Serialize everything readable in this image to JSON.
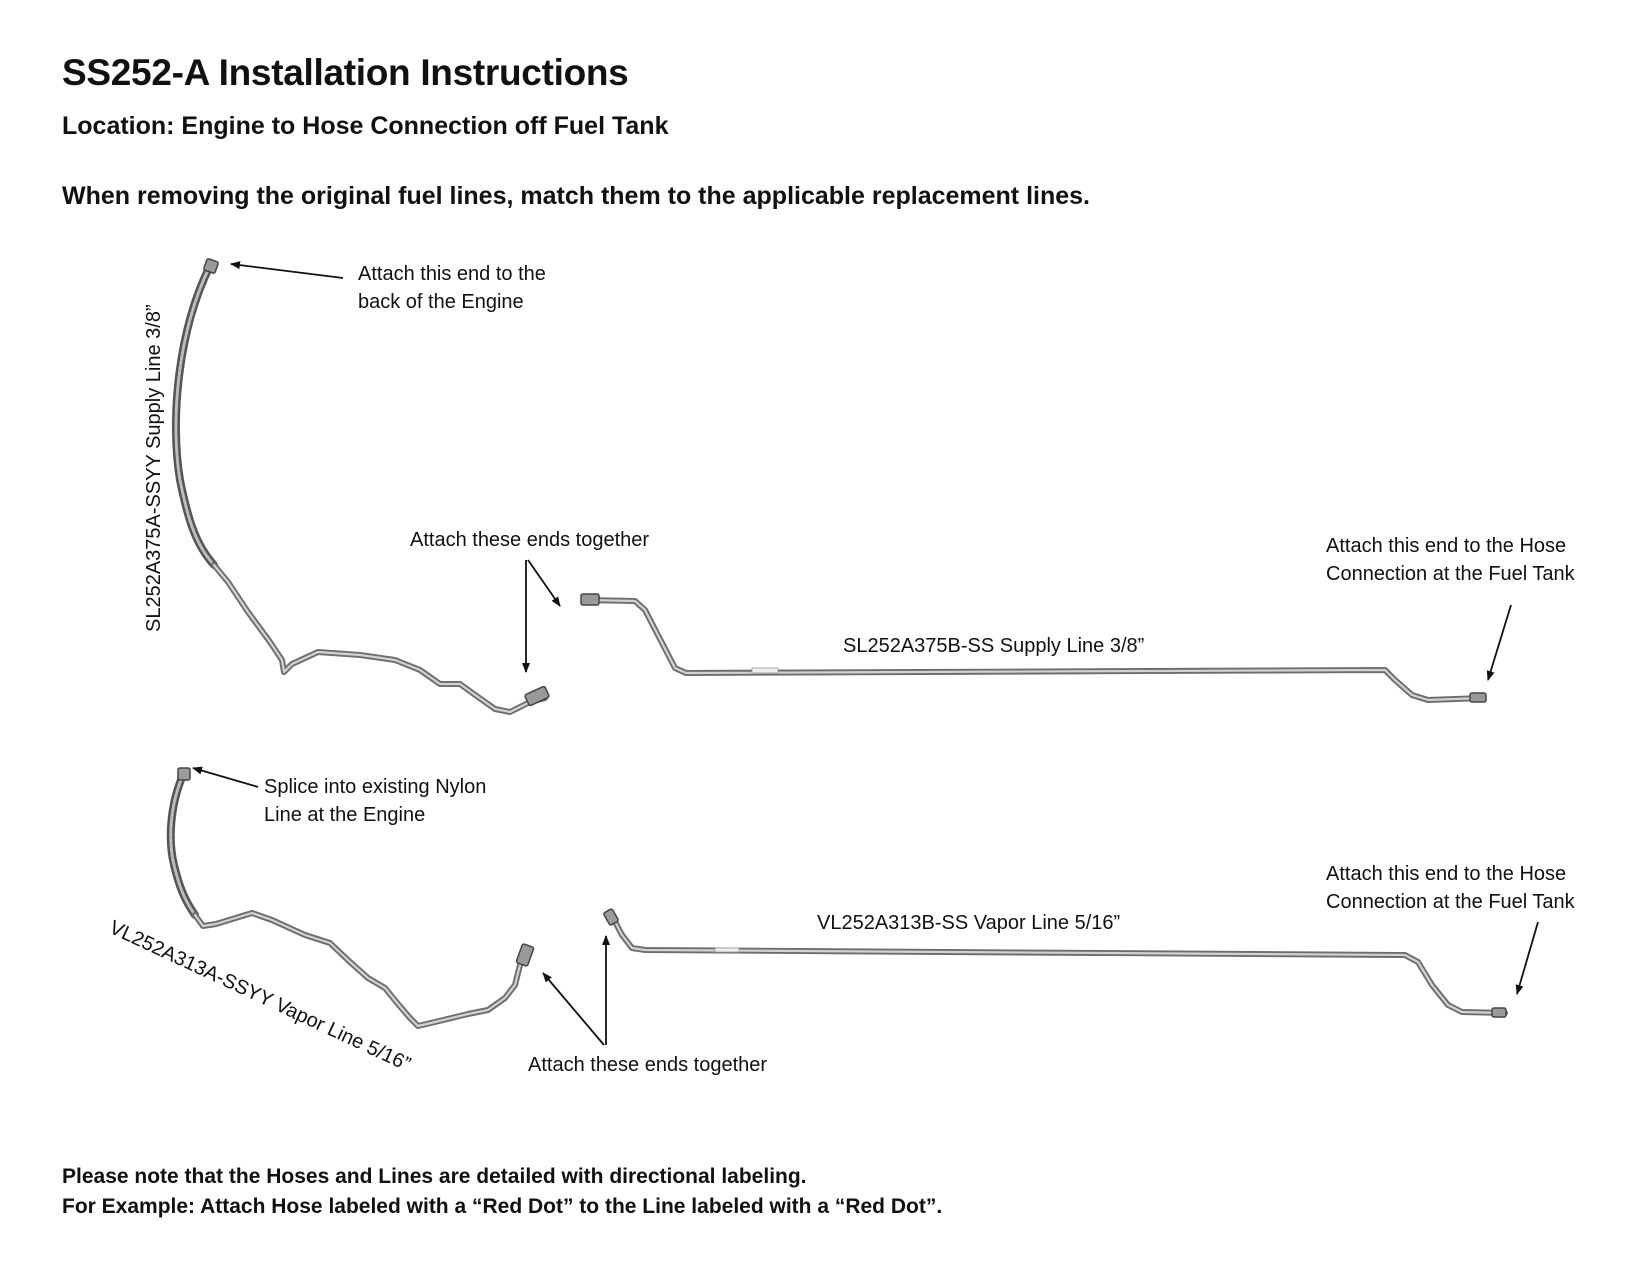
{
  "document": {
    "title": "SS252-A Installation Instructions",
    "subtitle": "Location: Engine to Hose Connection off Fuel Tank",
    "intro": "When removing the original fuel lines, match them to the applicable replacement lines.",
    "notes": [
      "Please note that the Hoses and Lines are detailed with directional labeling.",
      "For Example: Attach Hose labeled with a “Red Dot” to the Line labeled with a “Red Dot”."
    ]
  },
  "diagram": {
    "line_labels": {
      "supply_a": "SL252A375A-SSYY Supply Line 3/8”",
      "supply_b": "SL252A375B-SS Supply Line 3/8”",
      "vapor_a": "VL252A313A-SSYY Vapor Line  5/16”",
      "vapor_b": "VL252A313B-SS Vapor Line 5/16”"
    },
    "callouts": {
      "engine_back": [
        "Attach this end to the",
        "back of the Engine"
      ],
      "supply_join": "Attach these ends together",
      "supply_tank": [
        "Attach this end to the Hose",
        "Connection at the Fuel Tank"
      ],
      "nylon_splice": [
        "Splice into existing Nylon",
        "Line at the Engine"
      ],
      "vapor_tank": [
        "Attach this end to the Hose",
        "Connection at the Fuel Tank"
      ],
      "vapor_join": "Attach these ends together"
    }
  }
}
